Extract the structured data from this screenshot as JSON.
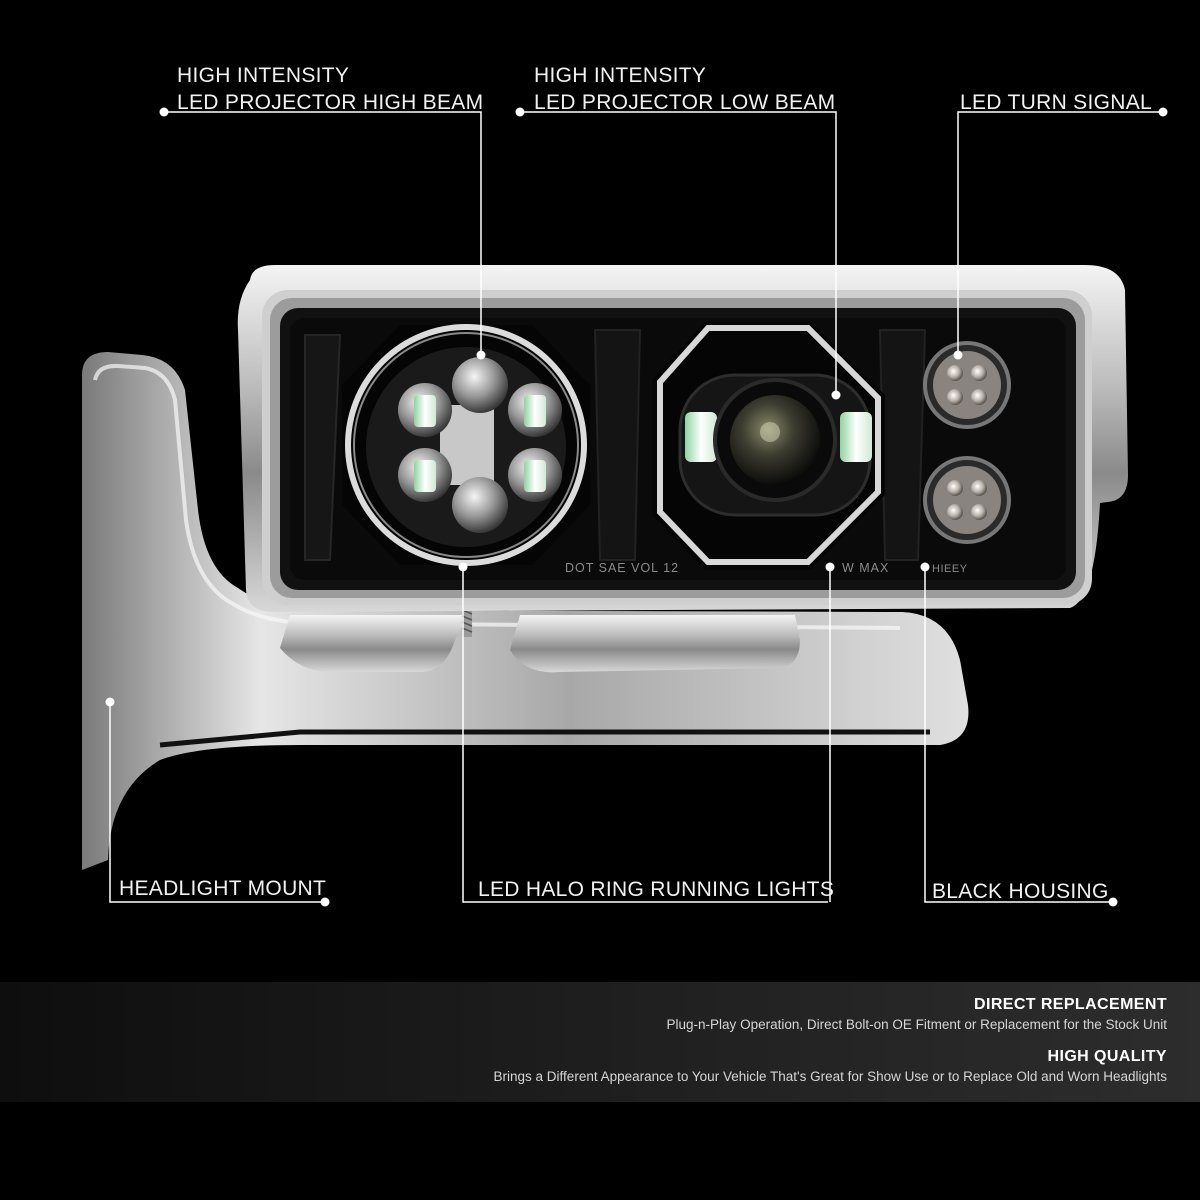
{
  "callouts": {
    "high_beam": {
      "line1": "HIGH INTENSITY",
      "line2": "LED PROJECTOR HIGH BEAM"
    },
    "low_beam": {
      "line1": "HIGH INTENSITY",
      "line2": "LED PROJECTOR LOW BEAM"
    },
    "turn_signal": {
      "line1": "LED TURN SIGNAL"
    },
    "headlight_mount": {
      "line1": "HEADLIGHT MOUNT"
    },
    "halo_ring": {
      "line1": "LED HALO RING RUNNING LIGHTS"
    },
    "black_housing": {
      "line1": "BLACK HOUSING"
    }
  },
  "lens_markings": {
    "left": "DOT SAE VOL 12",
    "right": "W MAX",
    "brand": "HIEEY"
  },
  "features": [
    {
      "title": "DIRECT REPLACEMENT",
      "desc": "Plug-n-Play Operation, Direct Bolt-on OE Fitment or Replacement for the Stock Unit"
    },
    {
      "title": "HIGH QUALITY",
      "desc": "Brings a Different Appearance to Your Vehicle That's Great for Show Use or to Replace Old and Worn Headlights"
    }
  ],
  "colors": {
    "background": "#000000",
    "chrome": "#c8c8c8",
    "housing": "#0a0a0a",
    "callout_line": "#ffffff"
  }
}
